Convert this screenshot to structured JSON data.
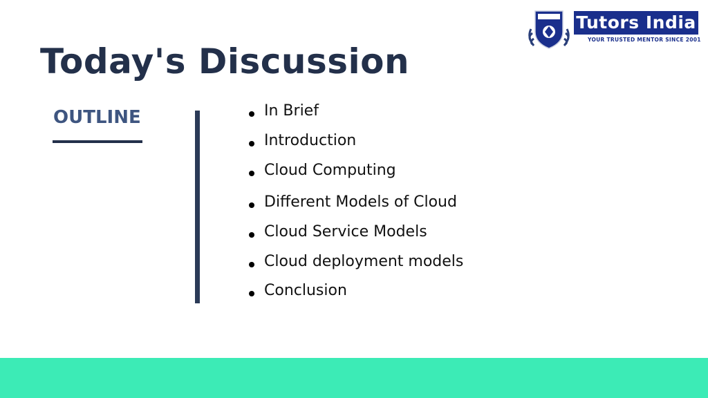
{
  "title": "Today's Discussion",
  "outline_label": "OUTLINE",
  "items": [
    "In Brief",
    "Introduction",
    "Cloud Computing",
    "Different Models of Cloud",
    "Cloud Service Models",
    "Cloud deployment models",
    "Conclusion"
  ],
  "logo": {
    "name": "Tutors India",
    "tagline": "YOUR TRUSTED MENTOR SINCE 2001"
  },
  "colors": {
    "title": "#23304a",
    "outline_label": "#3e5580",
    "footer_band": "#3cebb6",
    "logo_blue": "#1a2f8c"
  }
}
